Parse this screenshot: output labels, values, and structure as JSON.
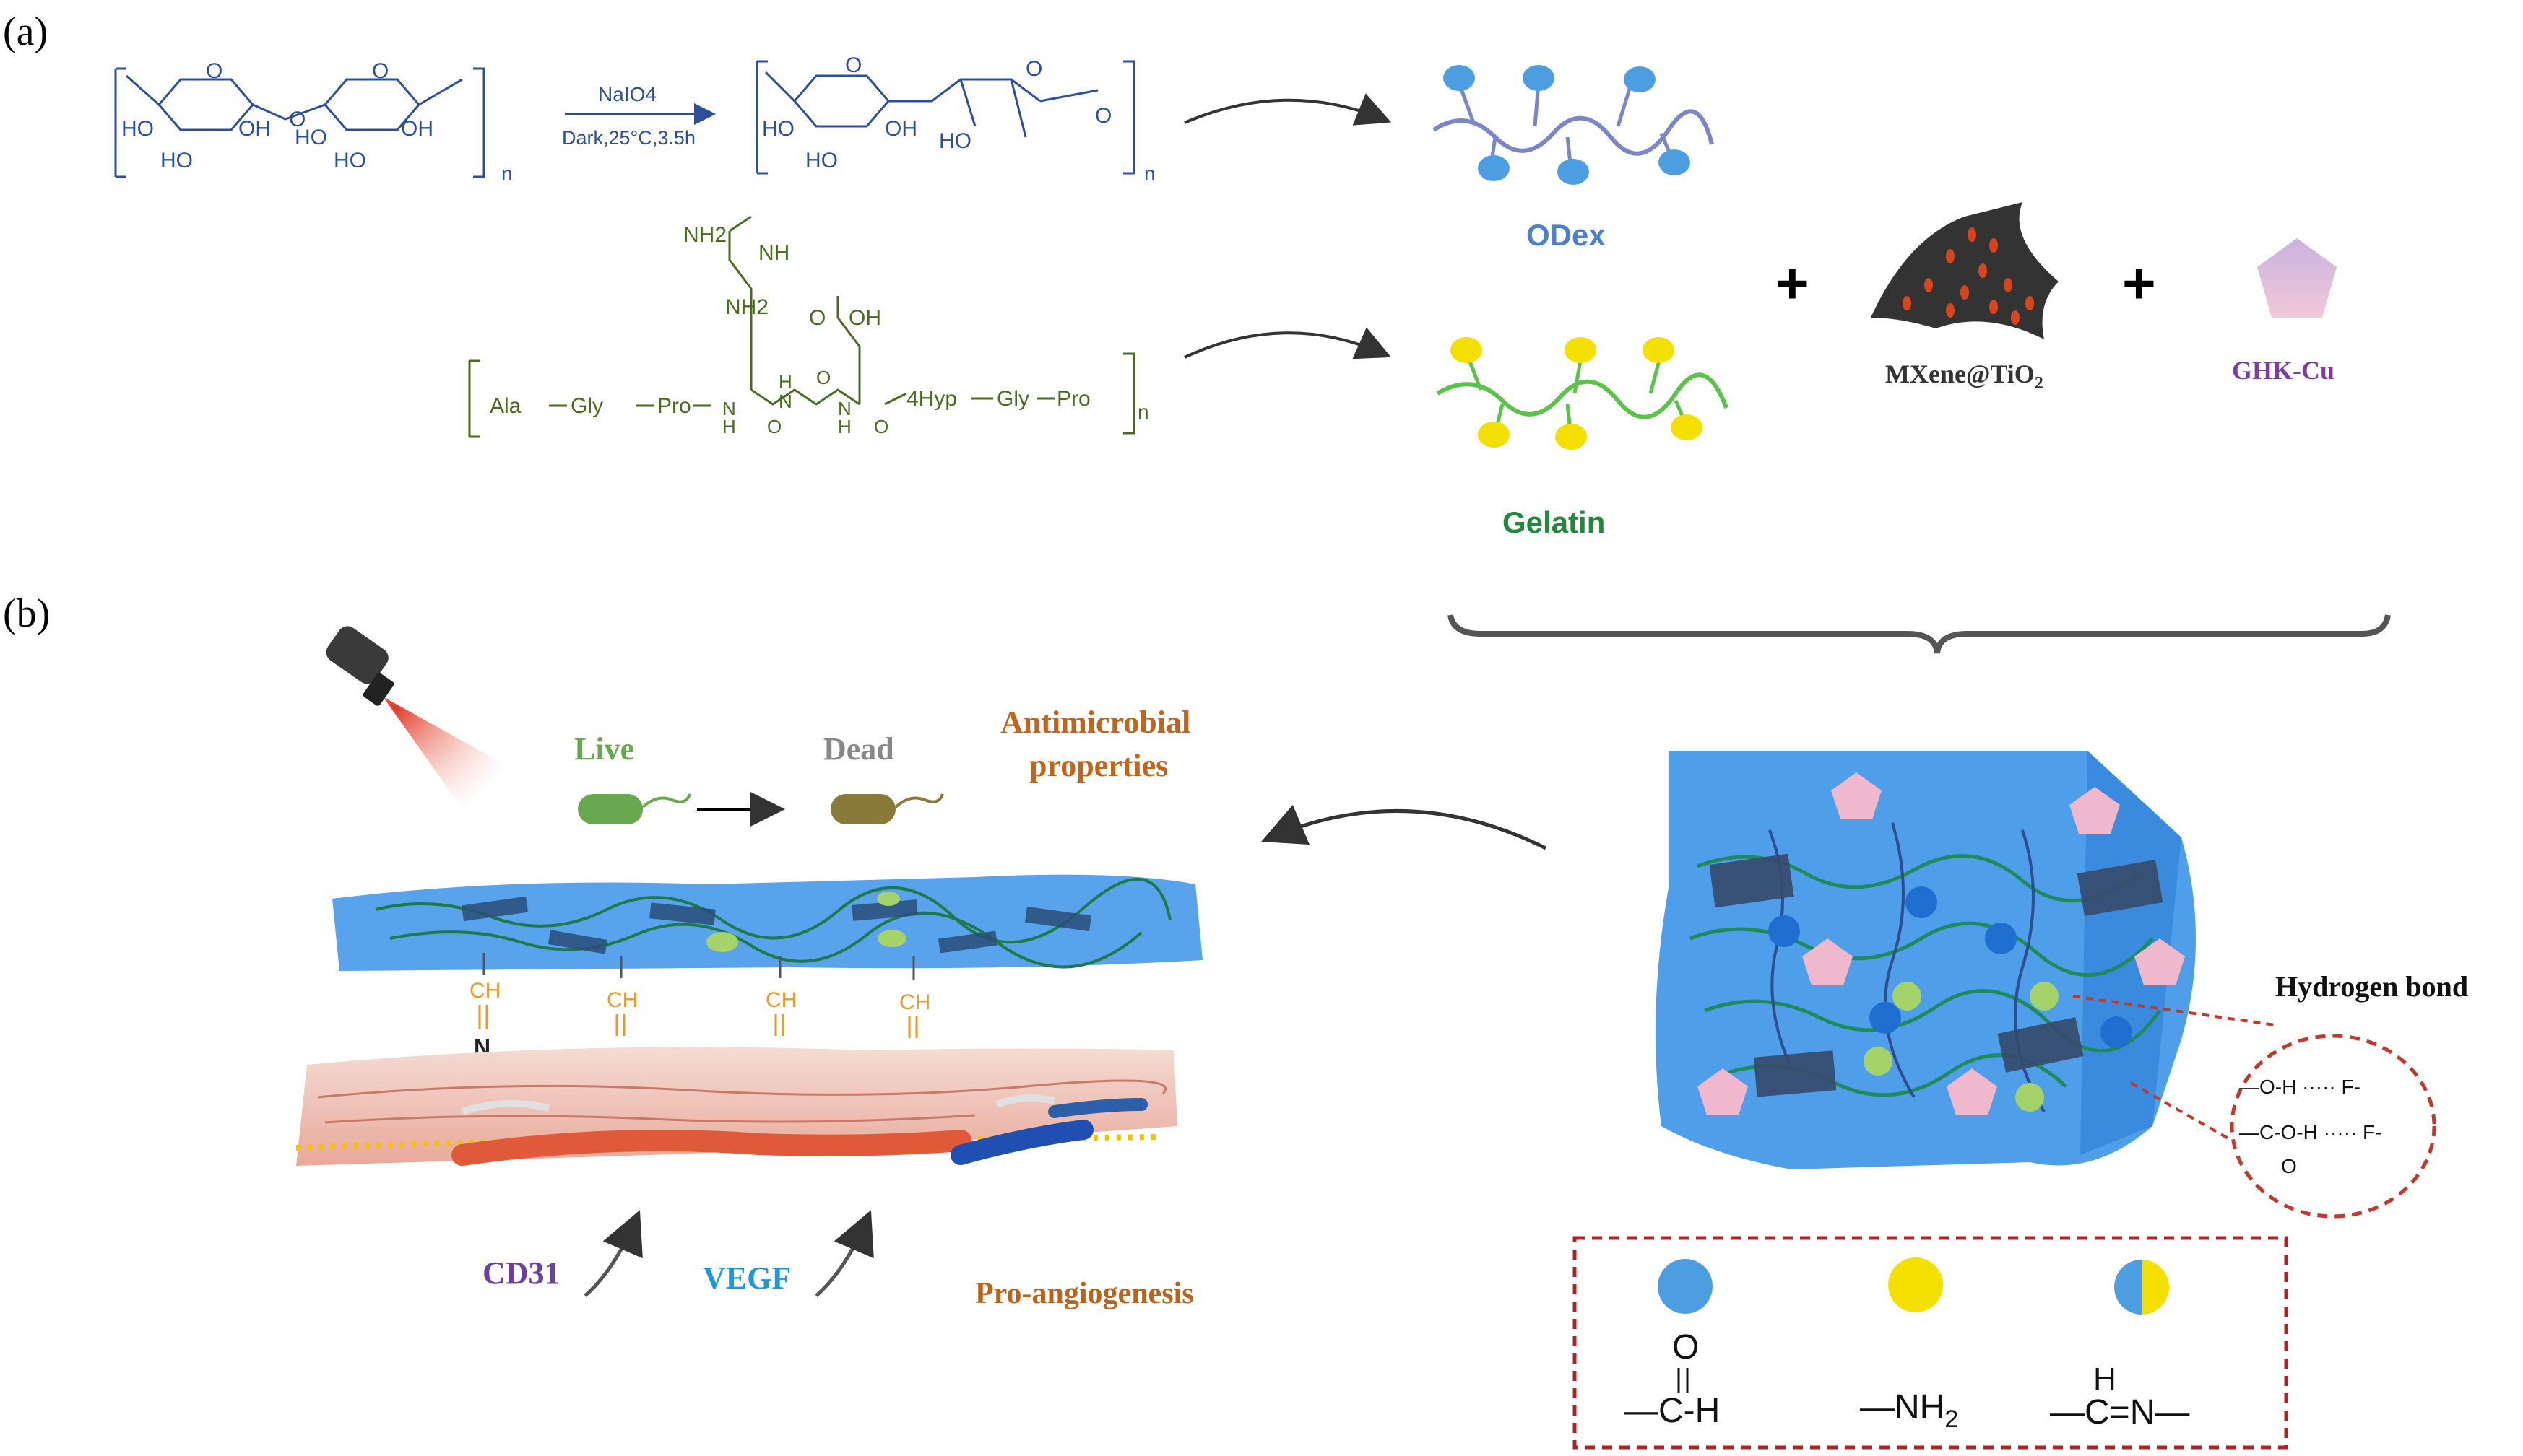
{
  "panel_a": {
    "label": "(a)",
    "reaction": {
      "reagent": "NaIO4",
      "conditions": "Dark,25°C,3.5h",
      "repeat_unit": "n",
      "dextran_groups": [
        "HO",
        "OH",
        "HO",
        "OH",
        "HO",
        "HO",
        "O",
        "O",
        "O"
      ],
      "oxidized_groups": [
        "HO",
        "OH",
        "HO",
        "HO",
        "O",
        "O",
        "O"
      ]
    },
    "gelatin_structure": {
      "top_groups": [
        "NH2",
        "NH",
        "NH2",
        "O",
        "OH"
      ],
      "chain": [
        "Ala",
        "Gly",
        "Pro",
        "4Hyp",
        "Gly",
        "Pro"
      ],
      "amide": [
        "H",
        "N",
        "O",
        "H",
        "N",
        "O",
        "H",
        "N",
        "O"
      ],
      "repeat_unit": "n"
    },
    "odex_label": "ODex",
    "gelatin_label": "Gelatin",
    "plus1": "+",
    "plus2": "+",
    "mxene_label": "MXene@TiO",
    "mxene_sub": "2",
    "ghk_label": "GHK-Cu",
    "colors": {
      "odex_node": "#4d9ee0",
      "gelatin_node": "#f4e000",
      "chain_blue": "#7b86c8",
      "chain_green": "#5bc24a",
      "ghk": "#d9bfe2",
      "mxene": "#3a3a3a",
      "mxene_dots": "#d6451c"
    }
  },
  "panel_b": {
    "label": "(b)",
    "live": "Live",
    "dead": "Dead",
    "antimicrobial_line1": "Antimicrobial",
    "antimicrobial_line2": "properties",
    "bond_ch": "CH",
    "bond_n": "N",
    "cd31": "CD31",
    "vegf": "VEGF",
    "pro_angio": "Pro-angiogenesis",
    "hydrogen_bond": "Hydrogen bond",
    "hbond_line1": "—O-H ····· F-",
    "hbond_line2": "—C-O-H ····· F-",
    "hbond_o": "O",
    "legend": {
      "aldehyde": {
        "top": "O",
        "bond": "—C-H"
      },
      "amine": {
        "formula": "—NH",
        "sub": "2"
      },
      "imine": {
        "top": "H",
        "bond": "—C=N—"
      }
    },
    "colors": {
      "gel_blue": "#3b93e8",
      "live": "#6aa84f",
      "dead": "#8a7a3a",
      "antimicrobial": "#c0651b",
      "cd31": "#6b3fa0",
      "vegf": "#1d9ad6",
      "pro_angio": "#b8651b",
      "dashed_red": "#c0392b"
    }
  }
}
